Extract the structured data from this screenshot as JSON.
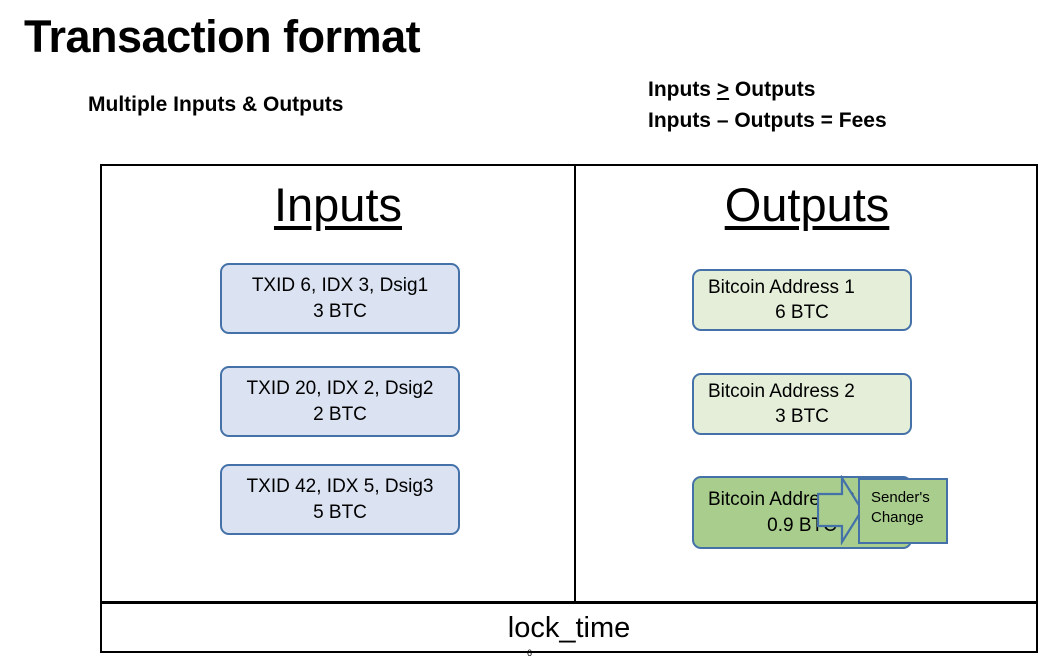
{
  "slide": {
    "title": "Transaction format",
    "subtitle_left": "Multiple Inputs & Outputs",
    "note_line1_pre": "Inputs ",
    "note_line1_symbol": ">",
    "note_line1_post": " Outputs",
    "note_line2": "Inputs – Outputs = Fees",
    "slide_number": "6",
    "footer_label": "lock_time"
  },
  "columns": {
    "inputs_header": "Inputs",
    "outputs_header": "Outputs"
  },
  "inputs": [
    {
      "line1": "TXID 6, IDX 3, Dsig1",
      "line2": "3 BTC"
    },
    {
      "line1": "TXID 20, IDX 2, Dsig2",
      "line2": "2 BTC"
    },
    {
      "line1": "TXID 42, IDX 5, Dsig3",
      "line2": "5 BTC"
    }
  ],
  "outputs": [
    {
      "line1": "Bitcoin Address 1",
      "line2": "6 BTC"
    },
    {
      "line1": "Bitcoin Address 2",
      "line2": "3 BTC"
    },
    {
      "line1": "Bitcoin Address 3",
      "line2": "0.9 BTC"
    }
  ],
  "change": {
    "line1": "Sender's",
    "line2": "Change"
  },
  "colors": {
    "input_fill": "#dbe2f1",
    "output_fill": "#e4eed8",
    "change_fill": "#a8cd8d",
    "box_border": "#4472a8",
    "frame_border": "#000000",
    "text": "#000000"
  }
}
